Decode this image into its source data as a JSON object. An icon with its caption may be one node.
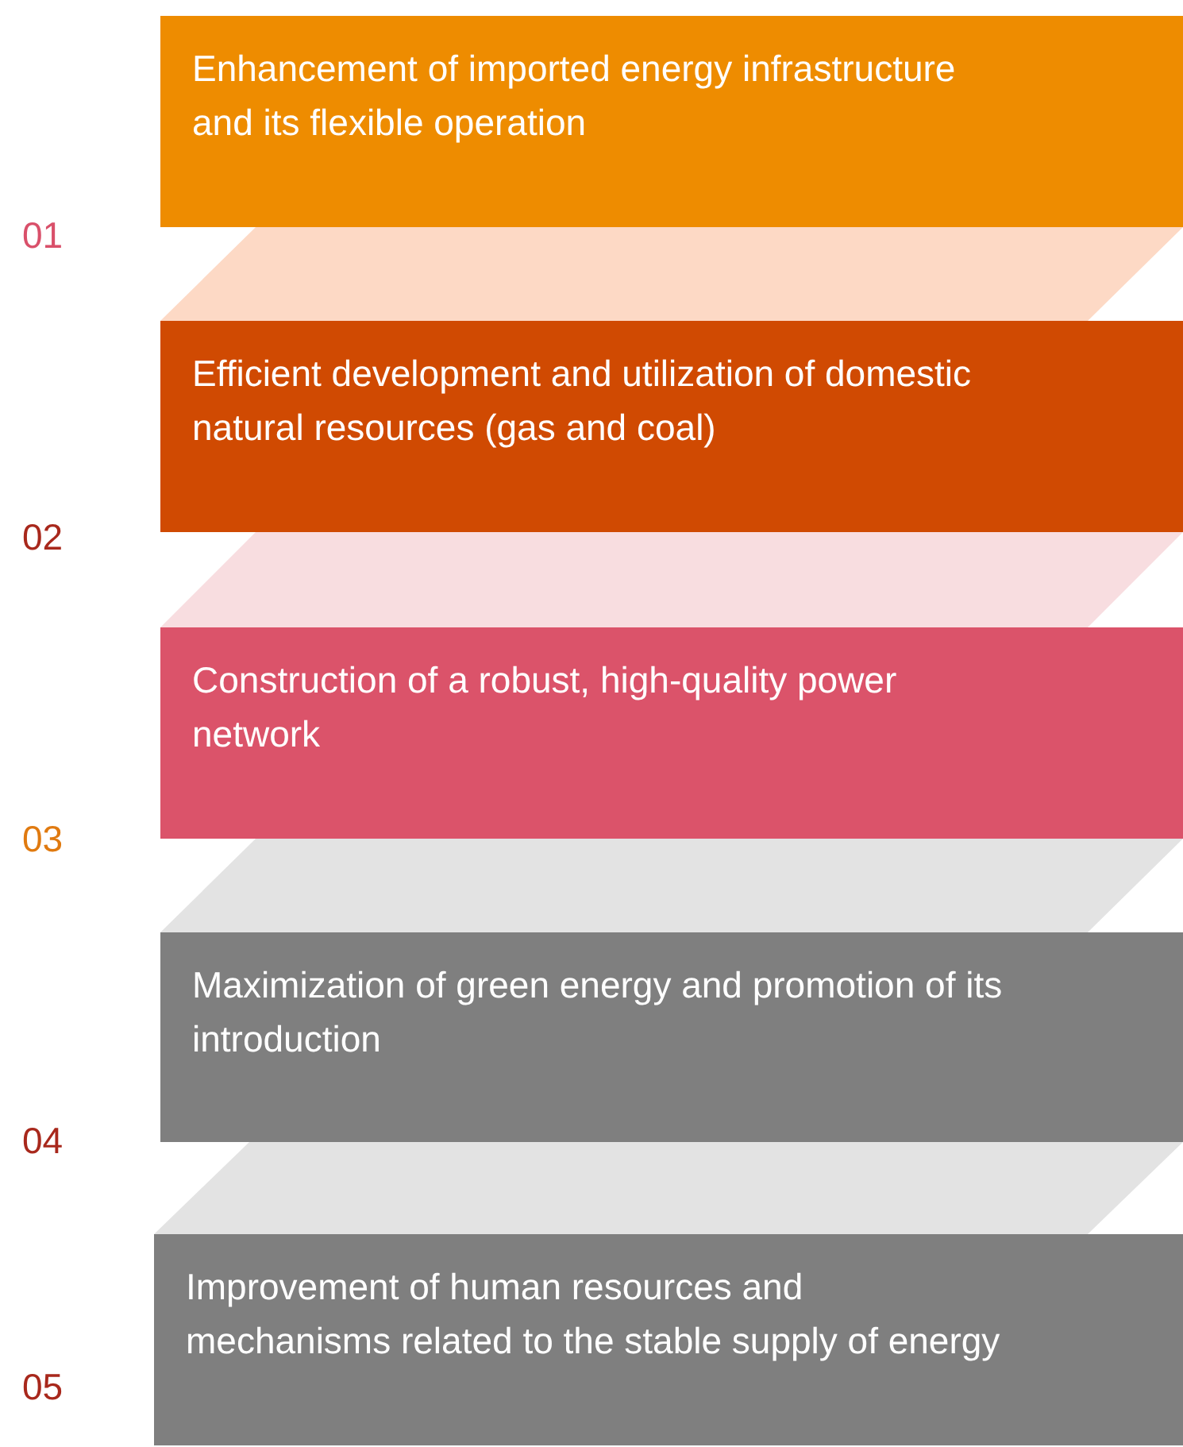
{
  "diagram": {
    "nodes": [
      {
        "text": [
          "Enhancement of imported energy infrastructure and its flexible operation"
        ]
      },
      {
        "text": [],
        "shape": "band"
      },
      {
        "text": [
          "Efficient development and utilization of domestic natural resources (gas and coal)"
        ]
      },
      {
        "text": [],
        "shape": "band"
      },
      {
        "text": [
          "Construction of a robust, high-quality power network"
        ]
      },
      {
        "text": [],
        "shape": "band"
      },
      {
        "text": [
          "Maximization of green energy and promotion of its introduction"
        ]
      },
      {
        "text": [],
        "shape": "band"
      },
      {
        "text": [
          "Improvement of human resources and mechanisms related to the stable supply of energy"
        ]
      }
    ],
    "labels": [
      "01",
      "02",
      "03",
      "04",
      "05"
    ]
  }
}
